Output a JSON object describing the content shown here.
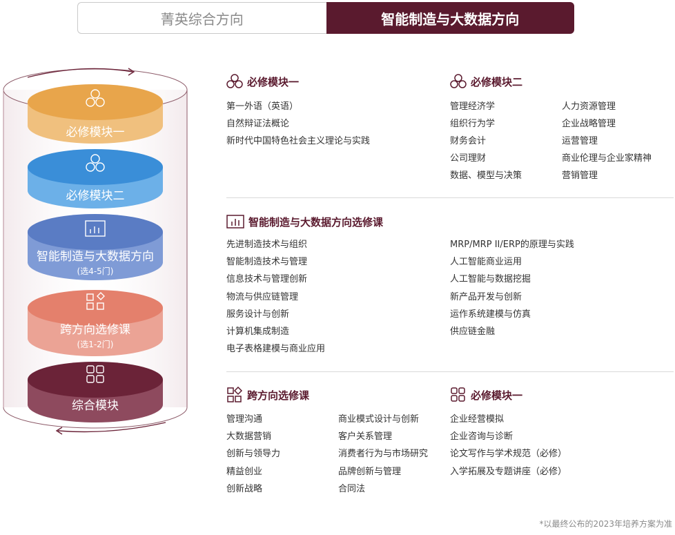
{
  "tabs": [
    {
      "label": "菁英综合方向",
      "active": false
    },
    {
      "label": "智能制造与大数据方向",
      "active": true
    }
  ],
  "stack": {
    "disk1": {
      "label": "必修模块一",
      "icon": "hexagon-cluster-icon"
    },
    "disk2": {
      "label": "必修模块二",
      "icon": "hexagon-cluster-icon"
    },
    "disk3": {
      "label": "智能制造与大数据方向",
      "sub": "(选4-5门)",
      "icon": "bar-chart-icon"
    },
    "disk4": {
      "label": "跨方向选修课",
      "sub": "(选1-2门)",
      "icon": "squares-diamond-icon"
    },
    "disk5": {
      "label": "综合模块",
      "icon": "four-squares-icon"
    }
  },
  "section_required1": {
    "title": "必修模块一",
    "items": [
      "第一外语（英语）",
      "自然辩证法概论",
      "新时代中国特色社会主义理论与实践"
    ]
  },
  "section_required2": {
    "title": "必修模块二",
    "col1": [
      "管理经济学",
      "组织行为学",
      "财务会计",
      "公司理财",
      "数据、模型与决策"
    ],
    "col2": [
      "人力资源管理",
      "企业战略管理",
      "运营管理",
      "商业伦理与企业家精神",
      "营销管理"
    ]
  },
  "section_elective": {
    "title": "智能制造与大数据方向选修课",
    "col1": [
      "先进制造技术与组织",
      "智能制造技术与管理",
      "信息技术与管理创新",
      "物流与供应链管理",
      "服务设计与创新",
      "计算机集成制造",
      "电子表格建模与商业应用"
    ],
    "col2": [
      "MRP/MRP II/ERP的原理与实践",
      "人工智能商业运用",
      "人工智能与数据挖掘",
      "新产品开发与创新",
      "运作系统建模与仿真",
      "供应链金融"
    ]
  },
  "section_cross": {
    "title": "跨方向选修课",
    "col1": [
      "管理沟通",
      "大数据营销",
      "创新与领导力",
      "精益创业",
      "创新战略"
    ],
    "col2": [
      "商业模式设计与创新",
      "客户关系管理",
      "消费者行为与市场研究",
      "品牌创新与管理",
      "合同法"
    ]
  },
  "section_comprehensive": {
    "title": "必修模块一",
    "items": [
      "企业经营模拟",
      "企业咨询与诊断",
      "论文写作与学术规范（必修）",
      "入学拓展及专题讲座（必修）"
    ]
  },
  "footnote": "*以最终公布的2023年培养方案为准",
  "colors": {
    "brand": "#5a1a2e",
    "disk1": "#e8a54b",
    "disk2": "#3a8ed8",
    "disk3": "#5a7cc4",
    "disk4": "#e4806c",
    "disk5": "#6b2338"
  }
}
